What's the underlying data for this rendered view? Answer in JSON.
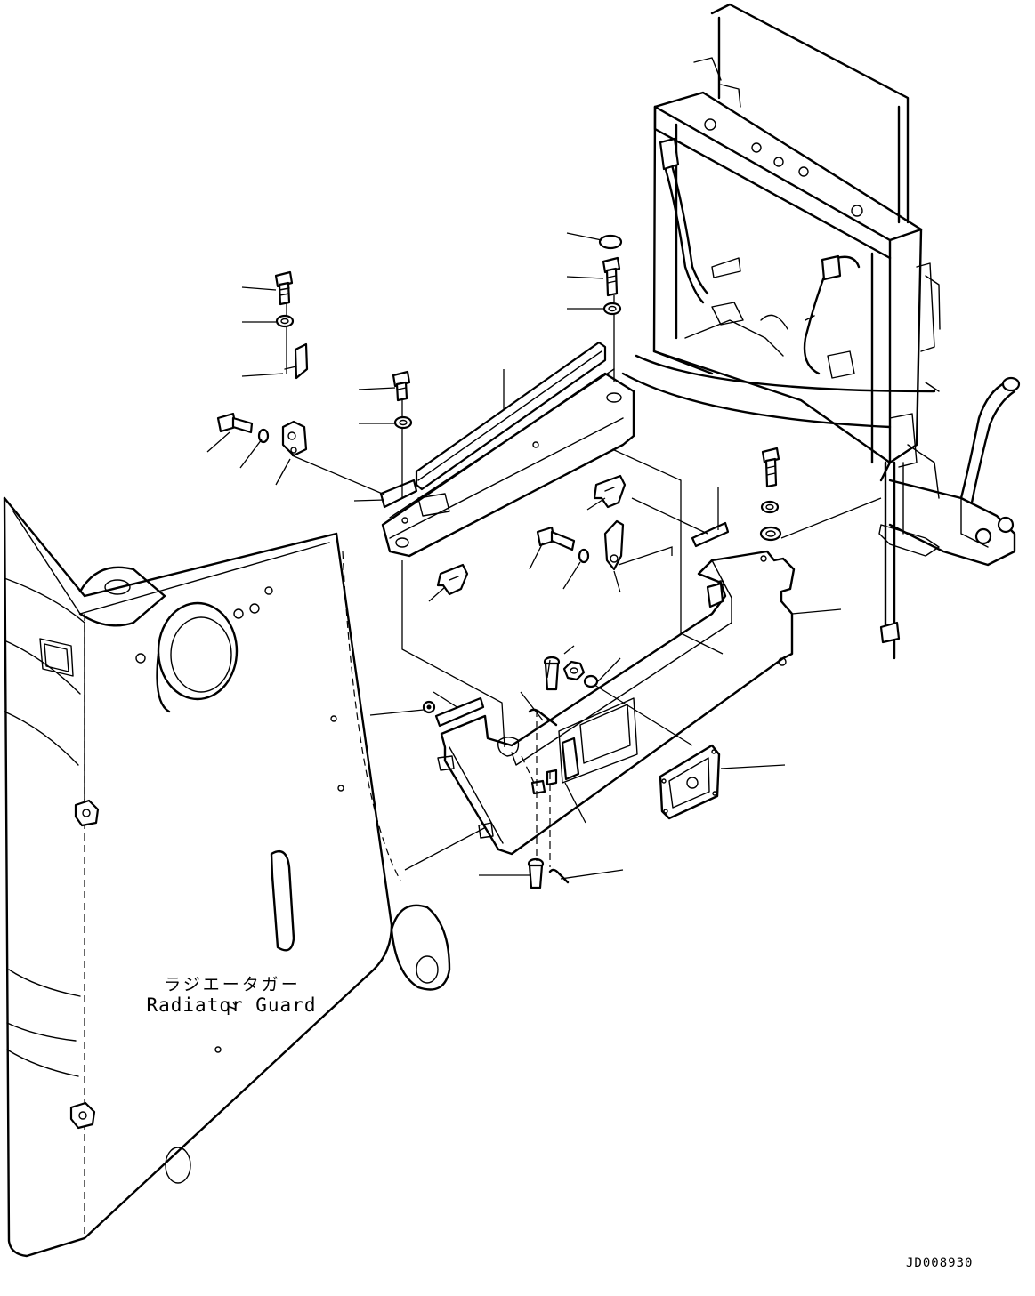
{
  "labels": {
    "radiator_guard_jp": "ラジエータガード",
    "radiator_guard_en": "Radiator Guard",
    "drawing_number": "JD008930"
  }
}
